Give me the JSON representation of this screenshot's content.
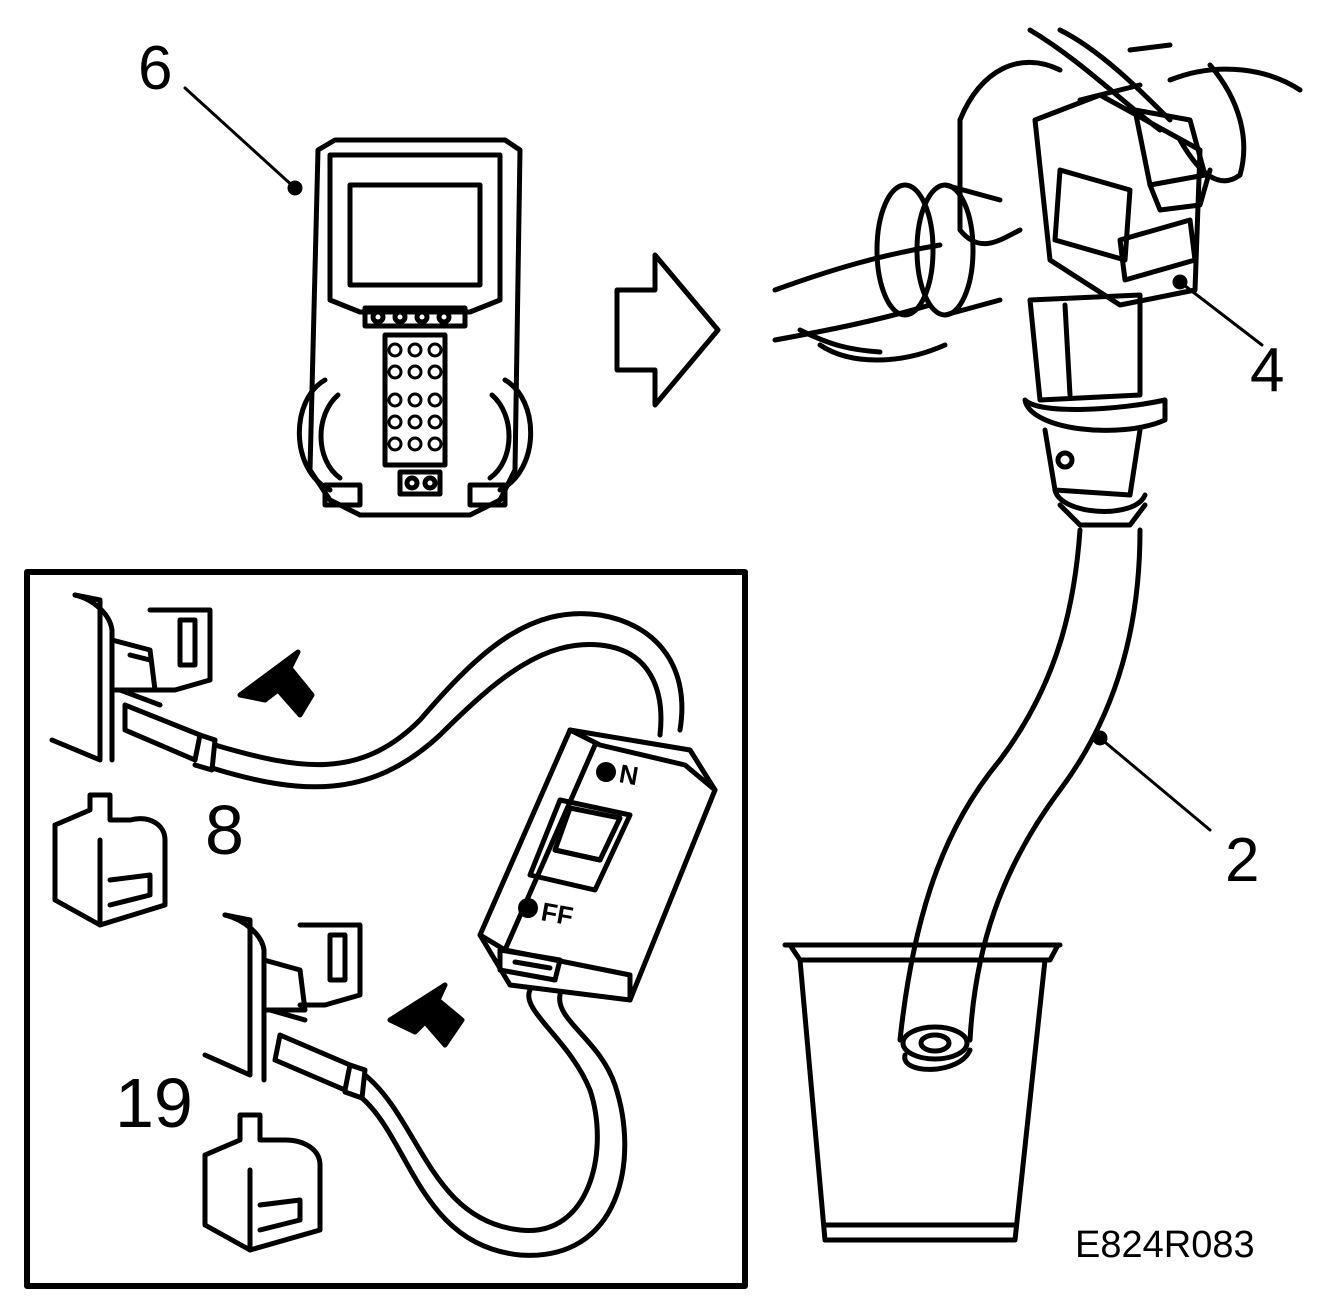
{
  "callouts": {
    "scan_tool": "6",
    "connector": "4",
    "hose": "2",
    "terminal_upper": "8",
    "terminal_lower": "19"
  },
  "switch": {
    "on_label": "N",
    "off_label": "FF"
  },
  "figure_code": "E824R083",
  "colors": {
    "ink": "#000000",
    "paper": "#ffffff"
  }
}
